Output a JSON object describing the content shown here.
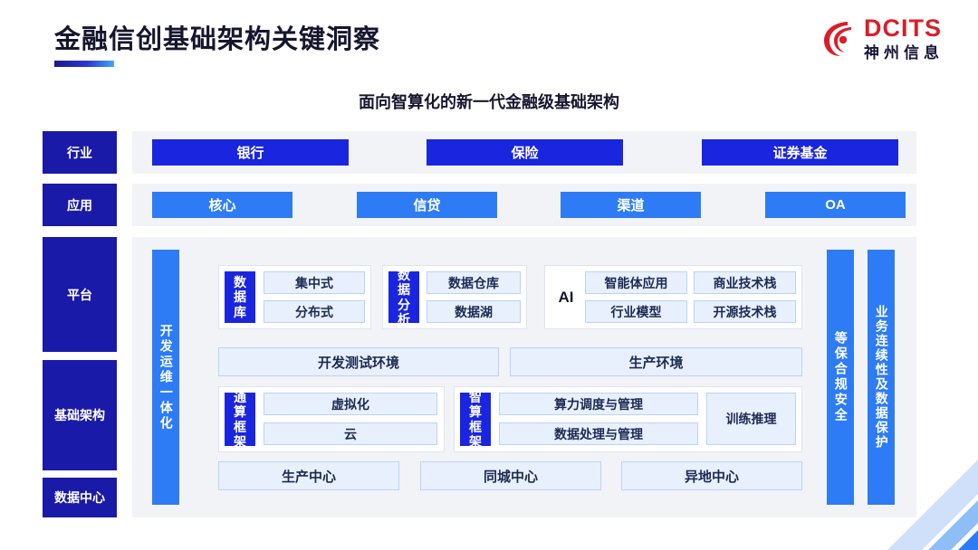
{
  "header": {
    "title": "金融信创基础架构关键洞察",
    "logo_en": "DCITS",
    "logo_cn": "神州信息"
  },
  "subtitle": "面向智算化的新一代金融级基础架构",
  "row_labels": [
    {
      "key": "industry",
      "label": "行业"
    },
    {
      "key": "application",
      "label": "应用"
    },
    {
      "key": "platform",
      "label": "平台"
    },
    {
      "key": "infrastructure",
      "label": "基础架构"
    },
    {
      "key": "datacenter",
      "label": "数据中心"
    }
  ],
  "industry": {
    "items": [
      {
        "label": "银行"
      },
      {
        "label": "保险"
      },
      {
        "label": "证券基金"
      }
    ]
  },
  "application": {
    "items": [
      {
        "label": "核心"
      },
      {
        "label": "信贷"
      },
      {
        "label": "渠道"
      },
      {
        "label": "OA"
      }
    ]
  },
  "side_bars": {
    "left": "开发运维一体化",
    "right_inner": "等保合规安全",
    "right_outer": "业务连续性及数据保护"
  },
  "platform": {
    "database": {
      "tag": "数据库",
      "items": [
        "集中式",
        "分布式"
      ]
    },
    "analytics": {
      "tag": "数据分析",
      "items": [
        "数据仓库",
        "数据湖"
      ]
    },
    "ai": {
      "tag": "AI",
      "items": [
        "智能体应用",
        "商业技术栈",
        "行业模型",
        "开源技术栈"
      ]
    },
    "envs": [
      "开发测试环境",
      "生产环境"
    ]
  },
  "infrastructure": {
    "general_compute": {
      "tag": "通算框架",
      "items": [
        "虚拟化",
        "云"
      ]
    },
    "ai_compute": {
      "tag": "智算框架",
      "items": [
        "算力调度与管理",
        "数据处理与管理"
      ],
      "side": "训练推理"
    }
  },
  "datacenter": {
    "items": [
      "生产中心",
      "同城中心",
      "异地中心"
    ]
  },
  "colors": {
    "deep_blue": "#1a25e0",
    "label_blue": "#1a1aa8",
    "mid_blue": "#2d7cf5",
    "light_blue": "#e8f0fe",
    "panel_gray": "#f2f3f7",
    "logo_red": "#d81f2a"
  }
}
